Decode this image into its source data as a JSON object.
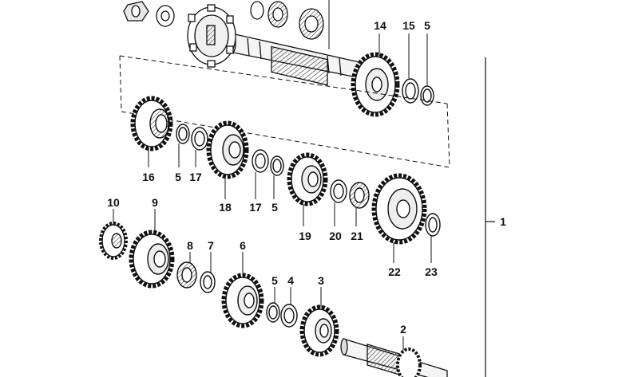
{
  "diagram": {
    "assembly_label": "1",
    "callouts": [
      {
        "id": "p14",
        "text": "14"
      },
      {
        "id": "p15",
        "text": "15"
      },
      {
        "id": "p5a",
        "text": "5"
      },
      {
        "id": "p16",
        "text": "16"
      },
      {
        "id": "p5b",
        "text": "5"
      },
      {
        "id": "p17a",
        "text": "17"
      },
      {
        "id": "p18",
        "text": "18"
      },
      {
        "id": "p17b",
        "text": "17"
      },
      {
        "id": "p5c",
        "text": "5"
      },
      {
        "id": "p19",
        "text": "19"
      },
      {
        "id": "p20",
        "text": "20"
      },
      {
        "id": "p21",
        "text": "21"
      },
      {
        "id": "p22",
        "text": "22"
      },
      {
        "id": "p23",
        "text": "23"
      },
      {
        "id": "p10",
        "text": "10"
      },
      {
        "id": "p9",
        "text": "9"
      },
      {
        "id": "p8",
        "text": "8"
      },
      {
        "id": "p7",
        "text": "7"
      },
      {
        "id": "p6",
        "text": "6"
      },
      {
        "id": "p5d",
        "text": "5"
      },
      {
        "id": "p4",
        "text": "4"
      },
      {
        "id": "p3",
        "text": "3"
      },
      {
        "id": "p2",
        "text": "2"
      }
    ]
  }
}
